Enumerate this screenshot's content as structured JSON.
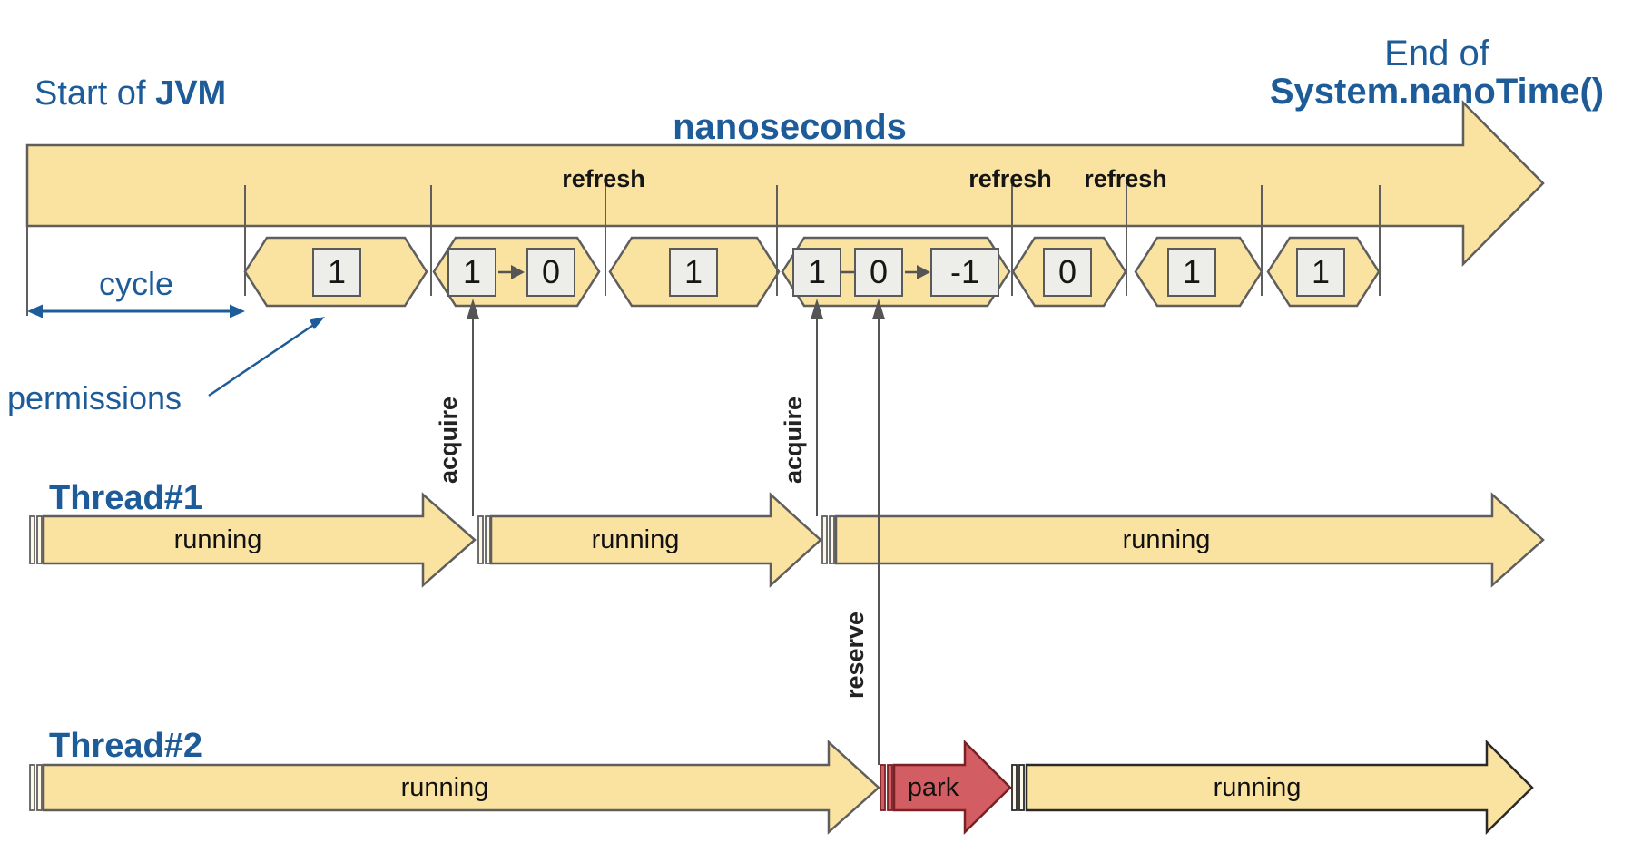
{
  "header": {
    "start": {
      "regular": "Start of",
      "bold": "JVM"
    },
    "end": {
      "regular": "End of",
      "bold": "System.nanoTime()"
    }
  },
  "timeline": {
    "axis_label": "nanoseconds",
    "refresh_label": "refresh",
    "cycle_label": "cycle",
    "permissions_label": "permissions",
    "permission_cells": [
      {
        "values": [
          "1"
        ]
      },
      {
        "values": [
          "1",
          "0"
        ]
      },
      {
        "values": [
          "1"
        ]
      },
      {
        "values": [
          "1",
          "0",
          "-1"
        ]
      },
      {
        "values": [
          "0"
        ]
      },
      {
        "values": [
          "1"
        ]
      },
      {
        "values": [
          "1"
        ]
      }
    ]
  },
  "events": {
    "acquire_label": "acquire",
    "reserve_label": "reserve"
  },
  "threads": [
    {
      "name": "Thread#1",
      "segments": [
        {
          "label": "running"
        },
        {
          "label": "running"
        },
        {
          "label": "running"
        }
      ]
    },
    {
      "name": "Thread#2",
      "segments": [
        {
          "label": "running"
        },
        {
          "label": "park"
        },
        {
          "label": "running"
        }
      ]
    }
  ],
  "colors": {
    "accent_blue": "#1E5C99",
    "timeline_yellow": "#FAE3A1",
    "park_red": "#D25E63",
    "outline_gray": "#5E5E5E"
  }
}
